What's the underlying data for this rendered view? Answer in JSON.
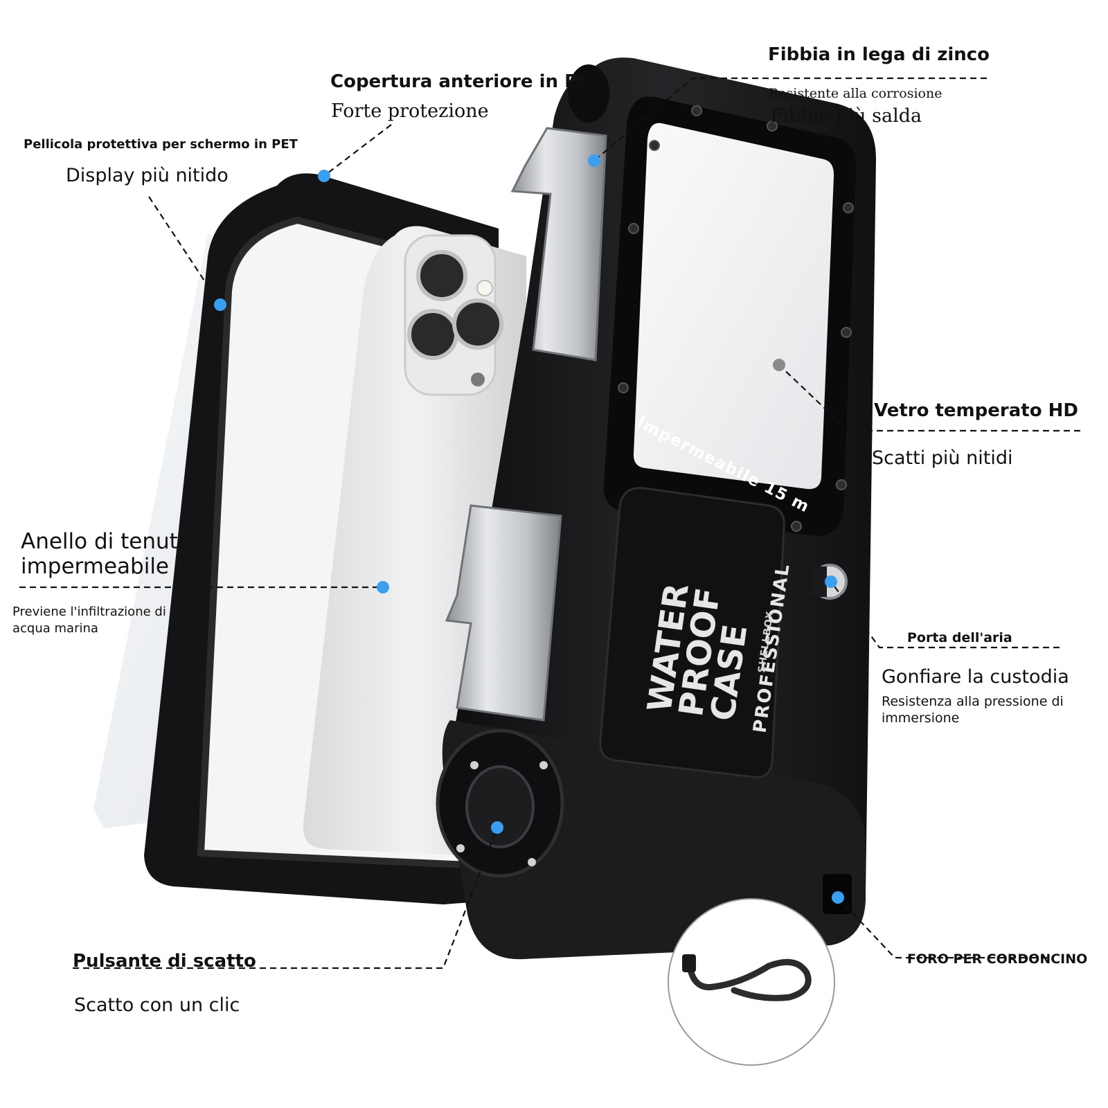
{
  "callouts": {
    "zinc_buckle": {
      "title": "Fibbia in lega di zinco",
      "line1": "Resistente alla corrosione",
      "line2": "Fibbia più salda"
    },
    "pc_cover": {
      "title": "Copertura anteriore in PC",
      "subtitle": "Forte protezione"
    },
    "pet_film": {
      "title": "Pellicola protettiva per schermo in PET",
      "subtitle": "Display più nitido"
    },
    "tempered_glass": {
      "title": "Vetro temperato HD",
      "subtitle": "Scatti più nitidi"
    },
    "seal_ring": {
      "title_line1": "Anello di tenuta",
      "title_line2": "impermeabile",
      "desc_line1": "Previene l'infiltrazione di",
      "desc_line2": "acqua marina"
    },
    "air_port": {
      "title": "Porta dell'aria",
      "subtitle": "Gonfiare la custodia",
      "desc_line1": "Resistenza alla pressione di",
      "desc_line2": "immersione"
    },
    "shutter": {
      "title": "Pulsante di scatto",
      "subtitle": "Scatto con un clic"
    },
    "lanyard_hole": {
      "title": "FORO PER CORDONCINO"
    }
  },
  "product": {
    "depth_rating": "Impermeabile 15 m",
    "panel_lines": [
      "WATER",
      "PROOF",
      "CASE"
    ],
    "panel_side": "PROFESSIONAL",
    "brand": "SHELLBOX"
  },
  "colors": {
    "accent_dot": "#3a9ff0",
    "case_body": "#1b1b1d",
    "metal": "#c7c9cc"
  }
}
